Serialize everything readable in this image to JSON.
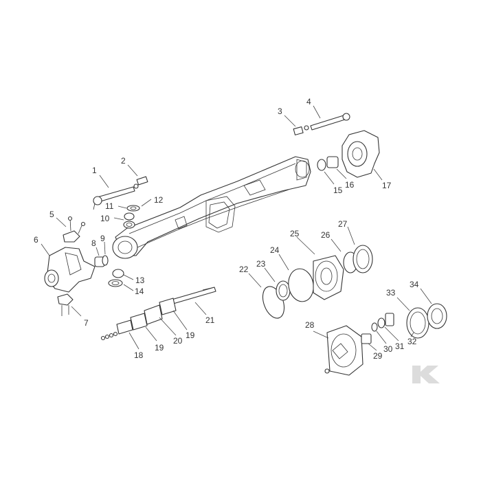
{
  "callouts": [
    {
      "id": "1",
      "label": "1"
    },
    {
      "id": "2",
      "label": "2"
    },
    {
      "id": "3",
      "label": "3"
    },
    {
      "id": "4",
      "label": "4"
    },
    {
      "id": "5",
      "label": "5"
    },
    {
      "id": "6",
      "label": "6"
    },
    {
      "id": "7",
      "label": "7"
    },
    {
      "id": "8",
      "label": "8"
    },
    {
      "id": "9",
      "label": "9"
    },
    {
      "id": "10",
      "label": "10"
    },
    {
      "id": "11",
      "label": "11"
    },
    {
      "id": "12",
      "label": "12"
    },
    {
      "id": "13",
      "label": "13"
    },
    {
      "id": "14",
      "label": "14"
    },
    {
      "id": "15",
      "label": "15"
    },
    {
      "id": "16",
      "label": "16"
    },
    {
      "id": "17",
      "label": "17"
    },
    {
      "id": "18",
      "label": "18"
    },
    {
      "id": "19a",
      "label": "19"
    },
    {
      "id": "19b",
      "label": "19"
    },
    {
      "id": "20",
      "label": "20"
    },
    {
      "id": "21",
      "label": "21"
    },
    {
      "id": "22",
      "label": "22"
    },
    {
      "id": "23",
      "label": "23"
    },
    {
      "id": "24",
      "label": "24"
    },
    {
      "id": "25",
      "label": "25"
    },
    {
      "id": "26",
      "label": "26"
    },
    {
      "id": "27",
      "label": "27"
    },
    {
      "id": "28",
      "label": "28"
    },
    {
      "id": "29",
      "label": "29"
    },
    {
      "id": "30",
      "label": "30"
    },
    {
      "id": "31",
      "label": "31"
    },
    {
      "id": "32",
      "label": "32"
    },
    {
      "id": "33",
      "label": "33"
    },
    {
      "id": "34",
      "label": "34"
    }
  ],
  "colors": {
    "line": "#333333",
    "background": "#ffffff",
    "logo": "#dcdcdc"
  },
  "icons": {
    "watermark": "brand-logo-icon"
  }
}
